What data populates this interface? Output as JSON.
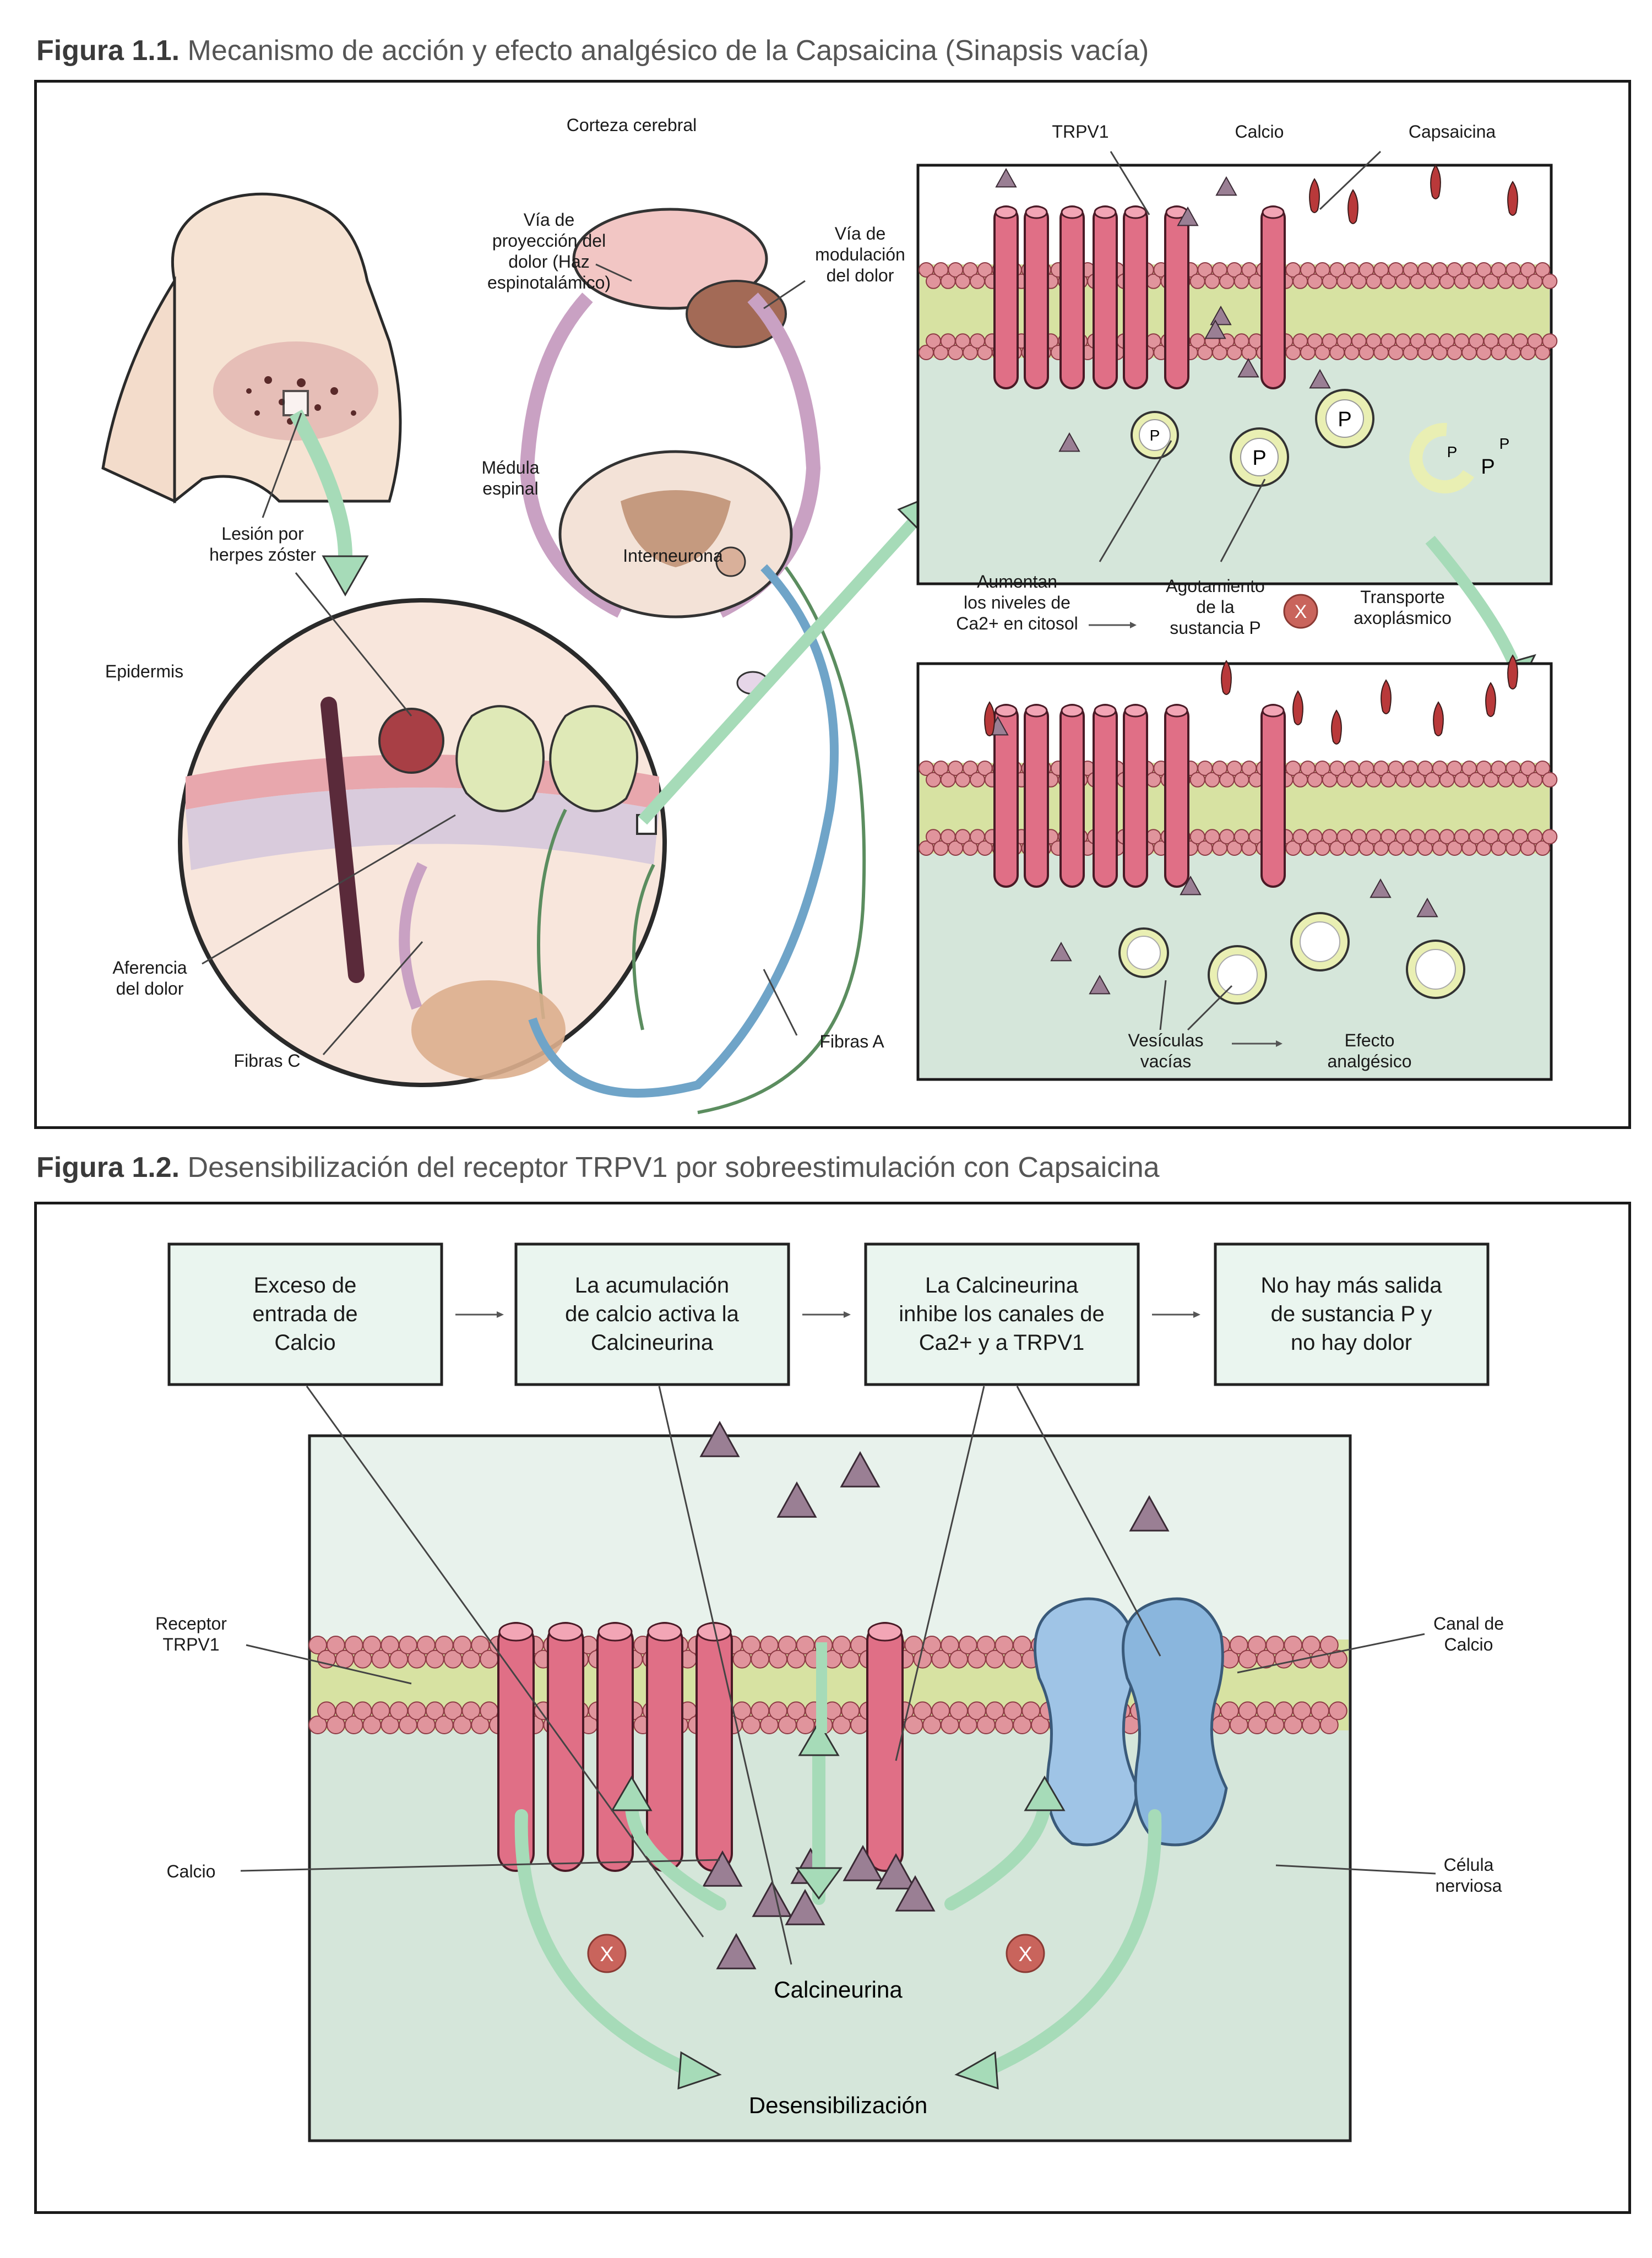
{
  "figure1": {
    "label": "Figura 1.1.",
    "title": "Mecanismo de acción y efecto analgésico de la Capsaicina (Sinapsis vacía)",
    "labels": {
      "corteza": "Corteza cerebral",
      "via_proy": [
        "Vía de",
        "proyección del",
        "dolor (Haz",
        "espinotalámico)"
      ],
      "via_mod": [
        "Vía de",
        "modulación",
        "del dolor"
      ],
      "medula": [
        "Médula",
        "espinal"
      ],
      "interneurona": "Interneurona",
      "lesion": [
        "Lesión por",
        "herpes zóster"
      ],
      "epidermis": "Epidermis",
      "aferencia": [
        "Aferencia",
        "del dolor"
      ],
      "fibras_c": "Fibras C",
      "fibras_a": "Fibras A",
      "trpv1": "TRPV1",
      "calcio": "Calcio",
      "capsaicina": "Capsaicina",
      "aumentan": [
        "Aumentan",
        "los niveles de",
        "Ca2+ en citosol"
      ],
      "agotamiento": [
        "Agotamiento",
        "de la",
        "sustancia P"
      ],
      "transporte": [
        "Transporte",
        "axoplásmico"
      ],
      "vesiculas": [
        "Vesículas",
        "vacías"
      ],
      "efecto": [
        "Efecto",
        "analgésico"
      ],
      "p_letter": "P",
      "x_letter": "X"
    }
  },
  "figure2": {
    "label": "Figura 1.2.",
    "title": "Desensibilización del receptor TRPV1 por sobreestimulación con Capsaicina",
    "boxes": [
      [
        "Exceso de",
        "entrada de",
        "Calcio"
      ],
      [
        "La acumulación",
        "de calcio activa la",
        "Calcineurina"
      ],
      [
        "La Calcineurina",
        "inhibe los canales de",
        "Ca2+ y a TRPV1"
      ],
      [
        "No hay más salida",
        "de  sustancia P y",
        "no hay dolor"
      ]
    ],
    "labels": {
      "receptor": [
        "Receptor",
        "TRPV1"
      ],
      "canal": [
        "Canal de",
        "Calcio"
      ],
      "calcio": "Calcio",
      "celula": [
        "Célula",
        "nerviosa"
      ],
      "calcineurina": "Calcineurina",
      "desens": "Desensibilización",
      "x_letter": "X"
    }
  },
  "colors": {
    "helix": "#e06f86",
    "lipid_head": "#e0949c",
    "lipid_tail": "#d7e2a2",
    "cytosol": "#d5e6da",
    "calcium": "#9a7f94",
    "capsaicin": "#b9393a",
    "arrow": "#a6dbb8",
    "channel": "#9fc4e6",
    "vesicle": "#e9efb3"
  }
}
